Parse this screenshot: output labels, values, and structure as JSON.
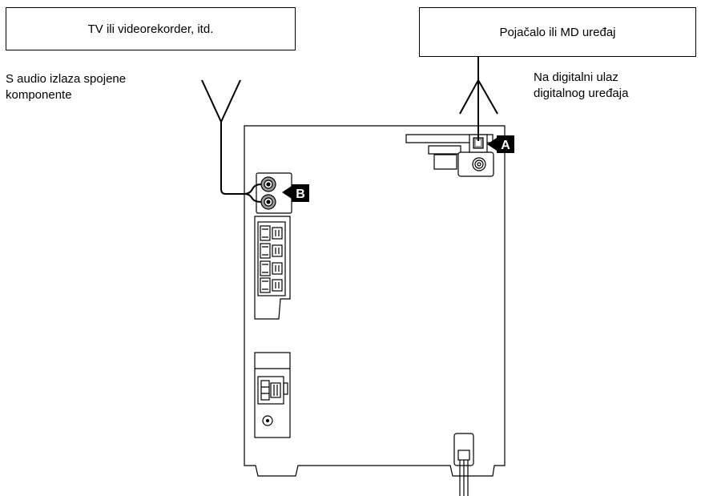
{
  "labels": {
    "source_box": "TV ili videorekorder, itd.",
    "dest_box": "Pojačalo ili MD uređaj",
    "source_caption": "S audio izlaza spojene\nkomponente",
    "dest_caption": "Na digitalni ulaz\ndigitalnog uređaja",
    "marker_a": "A",
    "marker_b": "B"
  },
  "colors": {
    "line": "#000000",
    "fill": "#ffffff",
    "marker_bg": "#000000",
    "jack_grey": "#9a9a9a"
  }
}
